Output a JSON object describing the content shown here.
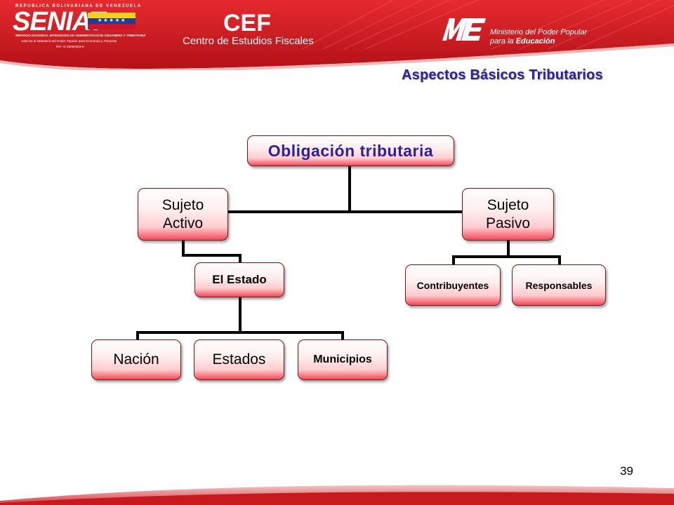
{
  "header": {
    "senat_top_line": "REPUBLICA BOLIVARIANA DE VENEZUELA",
    "senat_name": "SENIAT",
    "senat_line1": "SERVICIO NACIONAL INTEGRADO DE ADMINISTRACION ADUANERA Y TRIBUTARIA",
    "senat_line2": "Adscrito al Ministerio del Poder Popular para Economía y Finanzas",
    "senat_rif": "RIF: G-20000303-0",
    "cef_name": "CEF",
    "cef_full": "Centro de Estudios Fiscales",
    "me_mark": "ME",
    "ministry_line1": "Ministerio del Poder Popular",
    "ministry_line2_prefix": "para la ",
    "ministry_line2_bold": "Educación",
    "colors": {
      "banner_red": "#d11a1f",
      "banner_dark": "#a40f14",
      "title_blue": "#2d1f9e"
    }
  },
  "slide": {
    "subtitle": "Aspectos Básicos Tributarios",
    "page_number": "39"
  },
  "diagram": {
    "root": "Obligación tributaria",
    "sujeto_activo": "Sujeto Activo",
    "sujeto_pasivo": "Sujeto Pasivo",
    "el_estado": "El Estado",
    "nacion": "Nación",
    "estados": "Estados",
    "municipios": "Municipios",
    "contribuyentes": "Contribuyentes",
    "responsables": "Responsables"
  }
}
